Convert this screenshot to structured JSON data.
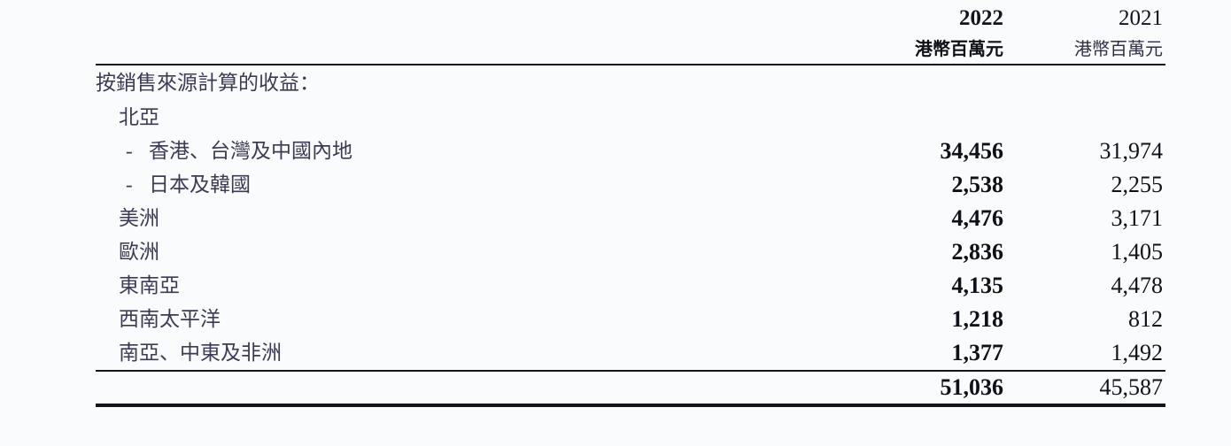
{
  "table": {
    "header": {
      "current_year": "2022",
      "previous_year": "2021",
      "current_unit": "港幣百萬元",
      "previous_unit": "港幣百萬元"
    },
    "section_title": "按銷售來源計算的收益：",
    "rows": [
      {
        "label": "北亞",
        "indent": false,
        "dash": "",
        "current": "",
        "previous": ""
      },
      {
        "label": "香港、台灣及中國內地",
        "indent": true,
        "dash": "-",
        "current": "34,456",
        "previous": "31,974"
      },
      {
        "label": "日本及韓國",
        "indent": true,
        "dash": "-",
        "current": "2,538",
        "previous": "2,255"
      },
      {
        "label": "美洲",
        "indent": false,
        "dash": "",
        "current": "4,476",
        "previous": "3,171"
      },
      {
        "label": "歐洲",
        "indent": false,
        "dash": "",
        "current": "2,836",
        "previous": "1,405"
      },
      {
        "label": "東南亞",
        "indent": false,
        "dash": "",
        "current": "4,135",
        "previous": "4,478"
      },
      {
        "label": "西南太平洋",
        "indent": false,
        "dash": "",
        "current": "1,218",
        "previous": "812"
      },
      {
        "label": "南亞、中東及非洲",
        "indent": false,
        "dash": "",
        "current": "1,377",
        "previous": "1,492"
      }
    ],
    "total": {
      "label": "",
      "current": "51,036",
      "previous": "45,587"
    }
  },
  "colors": {
    "text_label": "#3b3b55",
    "text_number": "#101018",
    "rule": "#14141e",
    "background": "#fafbfd"
  }
}
